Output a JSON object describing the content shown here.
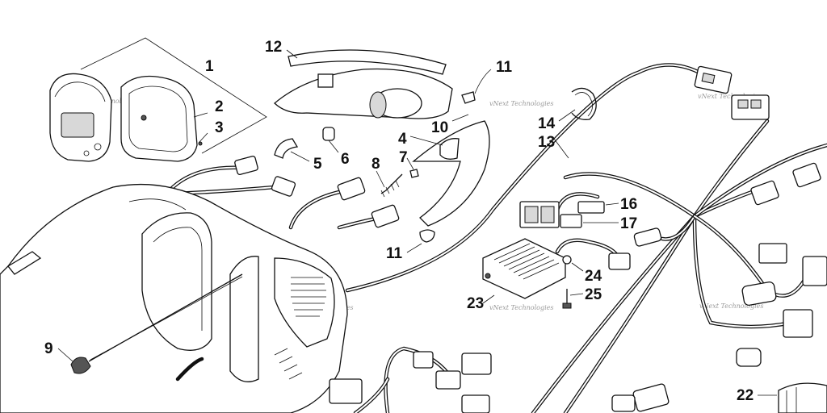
{
  "callouts": {
    "c1": "1",
    "c2": "2",
    "c3": "3",
    "c4": "4",
    "c5": "5",
    "c6": "6",
    "c7": "7",
    "c8": "8",
    "c9": "9",
    "c10": "10",
    "c11a": "11",
    "c11b": "11",
    "c12": "12",
    "c13": "13",
    "c14": "14",
    "c16": "16",
    "c17": "17",
    "c22": "22",
    "c23": "23",
    "c24": "24",
    "c25": "25"
  },
  "watermark": "vNext Technologies"
}
